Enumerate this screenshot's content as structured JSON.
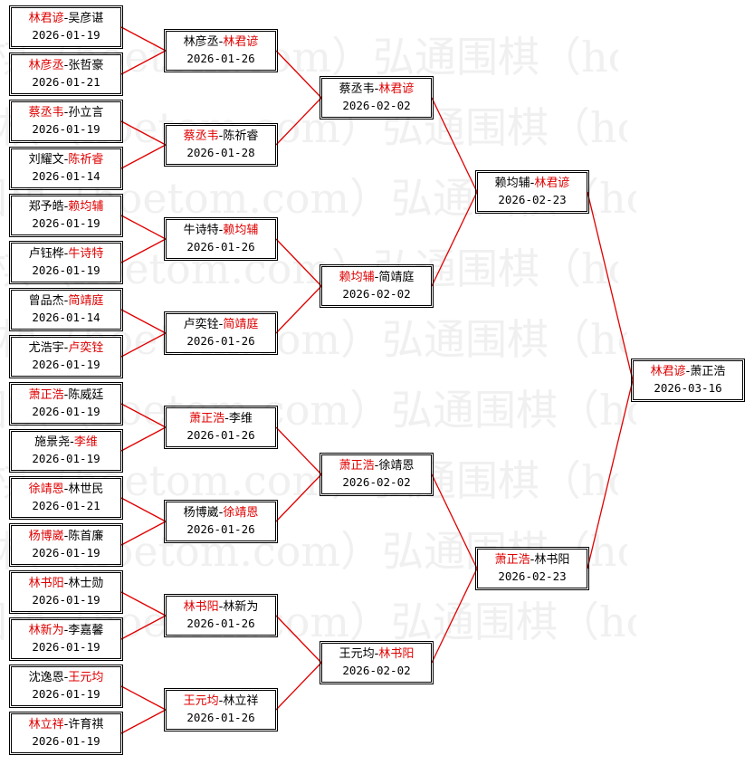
{
  "watermark": "弘通围棋（hoetom.com）弘通围棋（hoetom.com）",
  "colors": {
    "winner": "#e00000",
    "line": "#e00000",
    "border": "#000000"
  },
  "rounds": [
    {
      "matches": [
        {
          "p1": "林君谚",
          "p2": "吴彦谌",
          "winner": 1,
          "date": "2026-01-19"
        },
        {
          "p1": "林彦丞",
          "p2": "张哲豪",
          "winner": 1,
          "date": "2026-01-21"
        },
        {
          "p1": "蔡丞韦",
          "p2": "孙立言",
          "winner": 1,
          "date": "2026-01-19"
        },
        {
          "p1": "刘耀文",
          "p2": "陈祈睿",
          "winner": 2,
          "date": "2026-01-14"
        },
        {
          "p1": "郑予皓",
          "p2": "赖均辅",
          "winner": 2,
          "date": "2026-01-19"
        },
        {
          "p1": "卢钰桦",
          "p2": "牛诗特",
          "winner": 2,
          "date": "2026-01-19"
        },
        {
          "p1": "曾品杰",
          "p2": "简靖庭",
          "winner": 2,
          "date": "2026-01-14"
        },
        {
          "p1": "尤浩宇",
          "p2": "卢奕铨",
          "winner": 2,
          "date": "2026-01-19"
        },
        {
          "p1": "萧正浩",
          "p2": "陈威廷",
          "winner": 1,
          "date": "2026-01-19"
        },
        {
          "p1": "施景尧",
          "p2": "李维",
          "winner": 2,
          "date": "2026-01-19"
        },
        {
          "p1": "徐靖恩",
          "p2": "林世民",
          "winner": 1,
          "date": "2026-01-21"
        },
        {
          "p1": "杨博崴",
          "p2": "陈首廉",
          "winner": 1,
          "date": "2026-01-19"
        },
        {
          "p1": "林书阳",
          "p2": "林士勋",
          "winner": 1,
          "date": "2026-01-19"
        },
        {
          "p1": "林新为",
          "p2": "李嘉馨",
          "winner": 1,
          "date": "2026-01-19"
        },
        {
          "p1": "沈逸恩",
          "p2": "王元均",
          "winner": 2,
          "date": "2026-01-19"
        },
        {
          "p1": "林立祥",
          "p2": "许育祺",
          "winner": 1,
          "date": "2026-01-19"
        }
      ]
    },
    {
      "matches": [
        {
          "p1": "林彦丞",
          "p2": "林君谚",
          "winner": 2,
          "date": "2026-01-26"
        },
        {
          "p1": "蔡丞韦",
          "p2": "陈祈睿",
          "winner": 1,
          "date": "2026-01-28"
        },
        {
          "p1": "牛诗特",
          "p2": "赖均辅",
          "winner": 2,
          "date": "2026-01-26"
        },
        {
          "p1": "卢奕铨",
          "p2": "简靖庭",
          "winner": 2,
          "date": "2026-01-26"
        },
        {
          "p1": "萧正浩",
          "p2": "李维",
          "winner": 1,
          "date": "2026-01-26"
        },
        {
          "p1": "杨博崴",
          "p2": "徐靖恩",
          "winner": 2,
          "date": "2026-01-26"
        },
        {
          "p1": "林书阳",
          "p2": "林新为",
          "winner": 1,
          "date": "2026-01-26"
        },
        {
          "p1": "王元均",
          "p2": "林立祥",
          "winner": 1,
          "date": "2026-01-26"
        }
      ]
    },
    {
      "matches": [
        {
          "p1": "蔡丞韦",
          "p2": "林君谚",
          "winner": 2,
          "date": "2026-02-02"
        },
        {
          "p1": "赖均辅",
          "p2": "简靖庭",
          "winner": 1,
          "date": "2026-02-02"
        },
        {
          "p1": "萧正浩",
          "p2": "徐靖恩",
          "winner": 1,
          "date": "2026-02-02"
        },
        {
          "p1": "王元均",
          "p2": "林书阳",
          "winner": 2,
          "date": "2026-02-02"
        }
      ]
    },
    {
      "matches": [
        {
          "p1": "赖均辅",
          "p2": "林君谚",
          "winner": 2,
          "date": "2026-02-23"
        },
        {
          "p1": "萧正浩",
          "p2": "林书阳",
          "winner": 1,
          "date": "2026-02-23"
        }
      ]
    },
    {
      "matches": [
        {
          "p1": "林君谚",
          "p2": "萧正浩",
          "winner": 1,
          "date": "2026-03-16"
        }
      ]
    }
  ]
}
